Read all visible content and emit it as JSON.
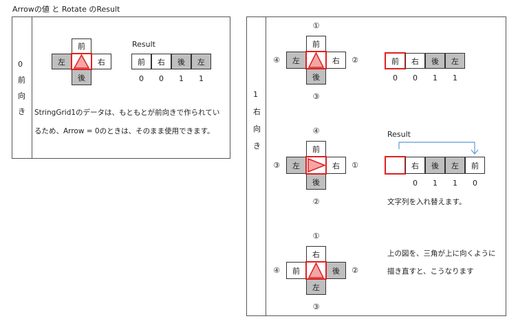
{
  "title": "Arrowの値 と Rotate のResult",
  "panel0": {
    "side_label": [
      "0",
      "前",
      "向",
      "き"
    ],
    "cross": {
      "up": "前",
      "left": "左",
      "right": "右",
      "down": "後"
    },
    "result_label": "Result",
    "result_headers": [
      "前",
      "右",
      "後",
      "左"
    ],
    "result_values": [
      "0",
      "0",
      "1",
      "1"
    ],
    "note_line1": "StringGrid1のデータは、もともとが前向きで作られてい",
    "note_line2": "るため、Arrow = 0のときは、そのまま使用できます。"
  },
  "panel1": {
    "side_label": [
      "1",
      "右",
      "向",
      "き"
    ],
    "section_a": {
      "nums": {
        "top": "①",
        "left": "④",
        "right": "②",
        "bottom": "③"
      },
      "cross": {
        "up": "前",
        "left": "左",
        "right": "右",
        "down": "後"
      },
      "headers": [
        "前",
        "右",
        "後",
        "左"
      ],
      "values": [
        "0",
        "0",
        "1",
        "1"
      ]
    },
    "section_b": {
      "nums": {
        "top": "④",
        "left": "③",
        "right": "①",
        "bottom": "②"
      },
      "cross": {
        "up": "前",
        "left": "左",
        "right": "右",
        "down": "後"
      },
      "result_label": "Result",
      "headers": [
        "",
        "右",
        "後",
        "左",
        "前"
      ],
      "values": [
        "0",
        "1",
        "1",
        "0"
      ],
      "note": "文字列を入れ替えます。"
    },
    "section_c": {
      "nums": {
        "top": "①",
        "left": "④",
        "right": "②",
        "bottom": "③"
      },
      "cross": {
        "up": "右",
        "left": "前",
        "right": "後",
        "down": "左"
      },
      "note_line1": "上の図を、三角が上に向くように",
      "note_line2": "描き直すと、こうなります"
    }
  },
  "colors": {
    "red": "#e02020",
    "triangle_fill": "#f4a6a6",
    "gray_cell": "#bfbfbf",
    "arrow_blue": "#5b9bd5"
  }
}
